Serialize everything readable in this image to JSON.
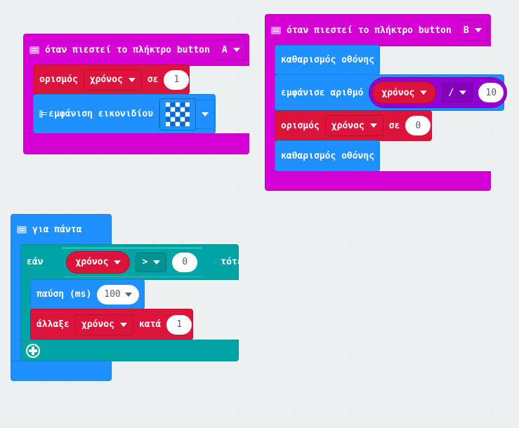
{
  "colors": {
    "input": "#d400d4",
    "variables": "#dc143c",
    "basic": "#1e90ff",
    "logic": "#00a4a6",
    "math": "#9400d3"
  },
  "blockA": {
    "hat": "όταν πιεστεί το πλήκτρο button",
    "button": "A",
    "set_label": "ορισμός",
    "set_var": "χρόνος",
    "set_to": "σε",
    "set_value": "1",
    "show_icon": "εμφάνιση εικονιδίου",
    "icon_pattern": [
      [
        1,
        0,
        1,
        0,
        1
      ],
      [
        0,
        1,
        0,
        1,
        0
      ],
      [
        1,
        0,
        1,
        0,
        1
      ],
      [
        0,
        1,
        0,
        1,
        0
      ],
      [
        1,
        0,
        1,
        0,
        1
      ]
    ]
  },
  "blockB": {
    "hat": "όταν πιεστεί το πλήκτρο button",
    "button": "B",
    "clear1": "καθαρισμός οθόνης",
    "show_number": "εμφάνισε αριθμό",
    "var": "χρόνος",
    "op": "/",
    "divisor": "10",
    "set_label": "ορισμός",
    "set_var": "χρόνος",
    "set_to": "σε",
    "set_value": "0",
    "clear2": "καθαρισμός οθόνης"
  },
  "forever": {
    "label": "για πάντα",
    "if_label": "εάν",
    "cond_var": "χρόνος",
    "cond_op": ">",
    "cond_value": "0",
    "then_label": "τότε",
    "pause_label": "παύση (ms)",
    "pause_value": "100",
    "change_label": "άλλαξε",
    "change_var": "χρόνος",
    "change_by": "κατά",
    "change_value": "1"
  }
}
